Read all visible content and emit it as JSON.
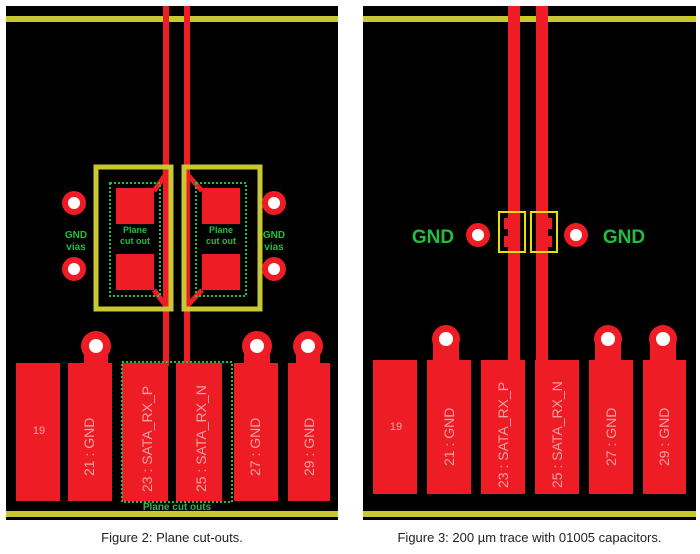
{
  "colors": {
    "board": "#000000",
    "copper": "#ee1c24",
    "silkscreen_yellow": "#c8c832",
    "label_green": "#1fbf3f",
    "pad_label": "#f3a3a6",
    "caption_text": "#222222"
  },
  "left_figure": {
    "caption": "Figure 2: Plane cut-outs.",
    "labels": {
      "gnd_vias_left_1": "GND",
      "gnd_vias_left_2": "vias",
      "gnd_vias_right_1": "GND",
      "gnd_vias_right_2": "vias",
      "plane_cut_left_1": "Plane",
      "plane_cut_left_2": "cut out",
      "plane_cut_right_1": "Plane",
      "plane_cut_right_2": "cut out",
      "plane_cut_outs_bottom": "Plane cut outs"
    },
    "pads": [
      "19",
      "21 : GND",
      "23 : SATA_RX_P",
      "25 : SATA_RX_N",
      "27 : GND",
      "29 : GND"
    ]
  },
  "right_figure": {
    "caption": "Figure 3: 200 µm trace with 01005 capacitors.",
    "labels": {
      "gnd_left": "GND",
      "gnd_right": "GND"
    },
    "pads": [
      "19",
      "21 : GND",
      "23 : SATA_RX_P",
      "25 : SATA_RX_N",
      "27 : GND",
      "29 : GND"
    ]
  }
}
